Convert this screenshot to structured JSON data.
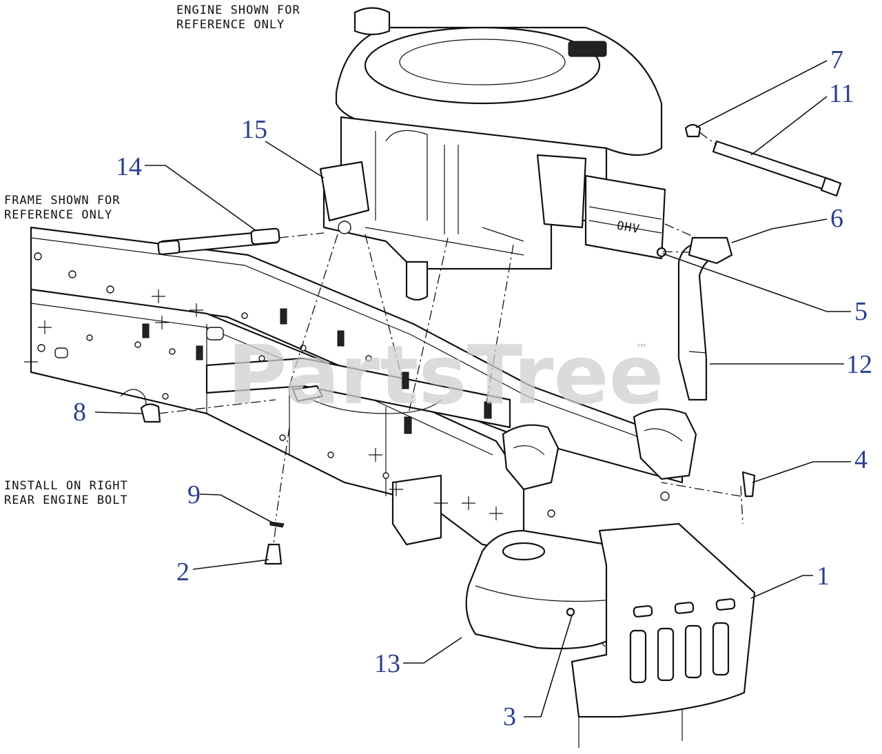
{
  "notes": {
    "engine_line1": "ENGINE SHOWN FOR",
    "engine_line2": "REFERENCE ONLY",
    "frame_line1": "FRAME SHOWN FOR",
    "frame_line2": "REFERENCE ONLY",
    "install_line1": "INSTALL ON RIGHT",
    "install_line2": "REAR ENGINE BOLT",
    "engine_badge": "OHV"
  },
  "callouts": [
    "1",
    "2",
    "3",
    "4",
    "5",
    "6",
    "7",
    "8",
    "9",
    "11",
    "12",
    "13",
    "14",
    "15"
  ],
  "watermark": {
    "text": "PartsTree",
    "trademark": "™"
  },
  "colors": {
    "callout": "#2b3f8e",
    "line": "#111111",
    "watermark": "#cfcfcf"
  }
}
